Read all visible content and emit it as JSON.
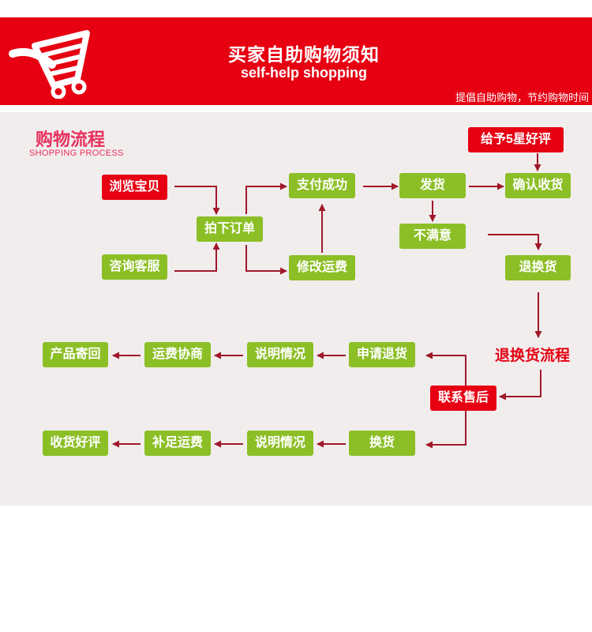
{
  "header": {
    "title_cn": "买家自助购物须知",
    "title_en": "self-help shopping",
    "slogan": "提倡自助购物，节约购物时间"
  },
  "section": {
    "title": "购物流程",
    "subtitle": "SHOPPING PROCESS"
  },
  "nodes": {
    "browse": "浏览宝贝",
    "consult": "咨询客服",
    "order": "拍下订单",
    "pay": "支付成功",
    "modify_fee": "修改运费",
    "ship": "发货",
    "confirm": "确认收货",
    "five_star": "给予5星好评",
    "unsatisfied": "不满意",
    "return_exchange": "退换货",
    "contact_service": "联系售后",
    "apply_return": "申请退货",
    "explain_1": "说明情况",
    "negotiate_fee": "运费协商",
    "send_back": "产品寄回",
    "exchange": "换货",
    "explain_2": "说明情况",
    "add_fee": "补足运费",
    "receive_review": "收货好评"
  },
  "flow_label": "退换货流程",
  "colors": {
    "banner_red": "#e60012",
    "node_green": "#8cbf26",
    "node_red": "#e60012",
    "arrow": "#a0182a",
    "panel_bg": "#f1eded",
    "title_pink": "#e8305c"
  }
}
